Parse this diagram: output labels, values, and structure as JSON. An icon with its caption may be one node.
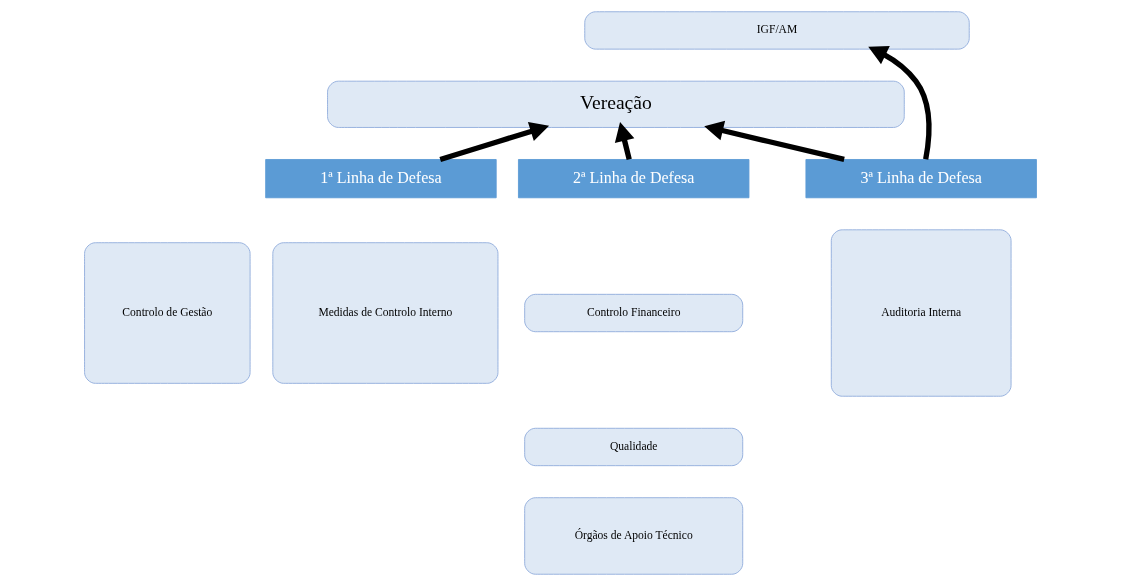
{
  "diagram": {
    "nodes": [
      {
        "text": [
          "IGF/AM"
        ]
      },
      {
        "text": [
          "Vereação"
        ]
      },
      {
        "text": [
          "1ª Linha de Defesa"
        ]
      },
      {
        "text": [
          "2ª Linha de Defesa"
        ]
      },
      {
        "text": [
          "3ª Linha de Defesa"
        ]
      },
      {
        "text": [
          "Controlo de Gestão"
        ]
      },
      {
        "text": [
          "Medidas de Controlo Interno"
        ]
      },
      {
        "text": [
          "Controlo Financeiro"
        ]
      },
      {
        "text": [
          "Qualidade"
        ]
      },
      {
        "text": [
          "Órgãos de Apoio Técnico"
        ]
      },
      {
        "text": [
          "Auditoria Interna"
        ]
      }
    ],
    "edges": [
      {
        "from": 2,
        "to": 1,
        "arrow": "to"
      },
      {
        "from": 3,
        "to": 1,
        "arrow": "to"
      },
      {
        "from": 4,
        "to": 1,
        "arrow": "to"
      },
      {
        "from": 4,
        "to": 0,
        "arrow": "to"
      }
    ]
  }
}
